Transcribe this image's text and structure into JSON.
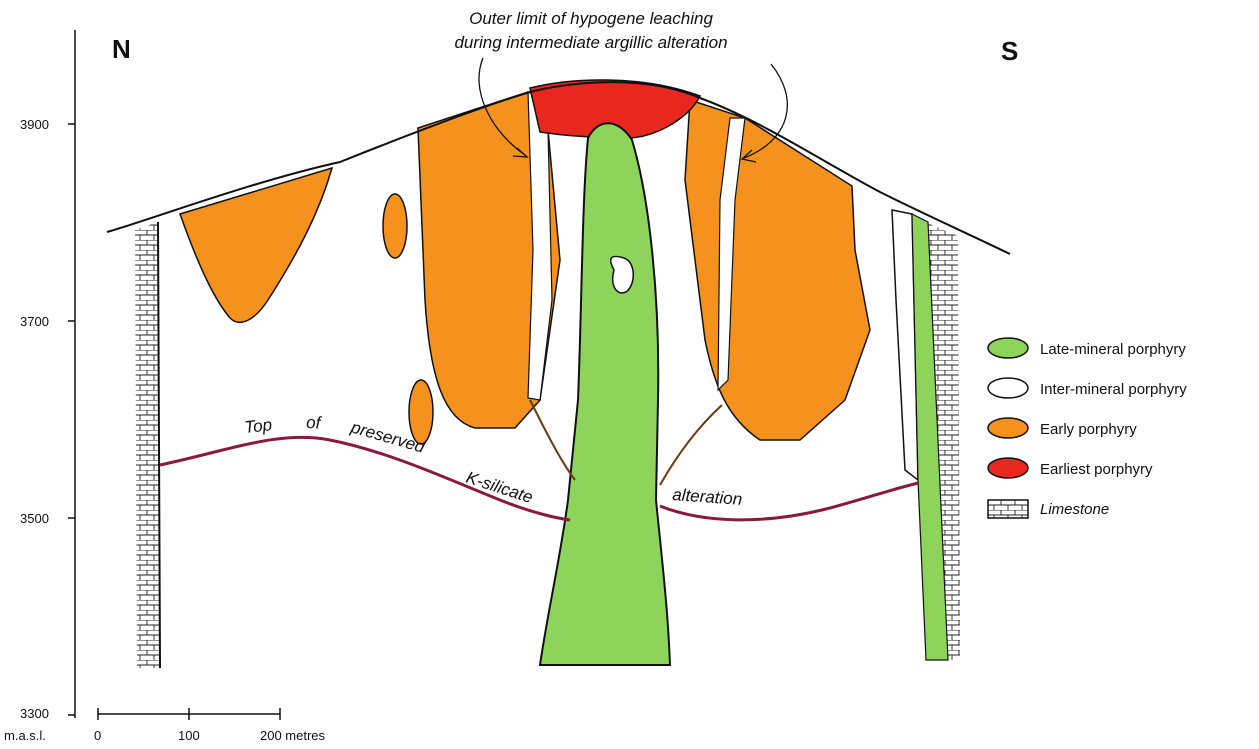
{
  "directions": {
    "north": "N",
    "south": "S"
  },
  "annotation": {
    "line1": "Outer limit of hypogene leaching",
    "line2": "during intermediate argillic alteration"
  },
  "y_axis": {
    "unit_label": "m.a.s.l.",
    "ticks": [
      "3900",
      "3700",
      "3500",
      "3300"
    ]
  },
  "scale_bar": {
    "ticks": [
      "0",
      "100",
      "200 metres"
    ]
  },
  "ksilicate_label": {
    "words": [
      "Top",
      "of",
      "preserved",
      "K-silicate",
      "alteration"
    ]
  },
  "legend": {
    "items": [
      {
        "label": "Late-mineral porphyry",
        "color": "#8fd45a"
      },
      {
        "label": "Inter-mineral porphyry",
        "color": "#ffffff"
      },
      {
        "label": "Early porphyry",
        "color": "#f5921e"
      },
      {
        "label": "Earliest porphyry",
        "color": "#e8271e"
      },
      {
        "label": "Limestone",
        "pattern": "brick"
      }
    ]
  },
  "colors": {
    "late_mineral": "#8fd45a",
    "early": "#f5921e",
    "earliest": "#e8271e",
    "ksilicate_line": "#8a1a3c",
    "outline": "#111111"
  }
}
